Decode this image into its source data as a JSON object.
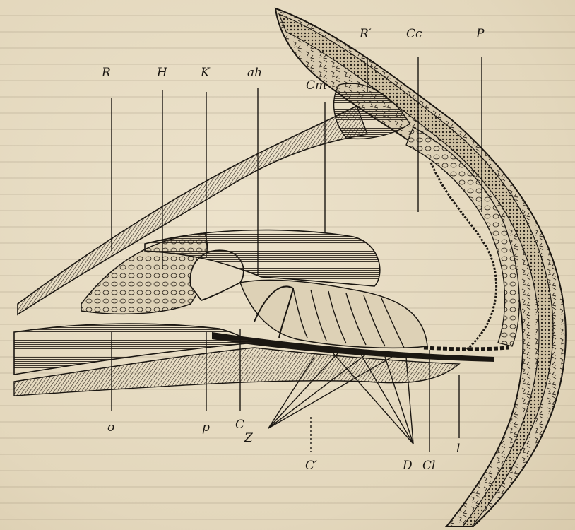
{
  "figure": {
    "labels": {
      "R": "R",
      "H": "H",
      "K": "K",
      "ah": "ah",
      "Rp": "R′",
      "Cc": "Cc",
      "P": "P",
      "Cm": "Cm",
      "o": "o",
      "p": "p",
      "C": "C",
      "Z": "Z",
      "Cp": "C′",
      "D": "D",
      "Cl": "Cl",
      "l": "l"
    },
    "colors": {
      "paper": "#e7dcc4",
      "ink": "#1b1712"
    }
  }
}
